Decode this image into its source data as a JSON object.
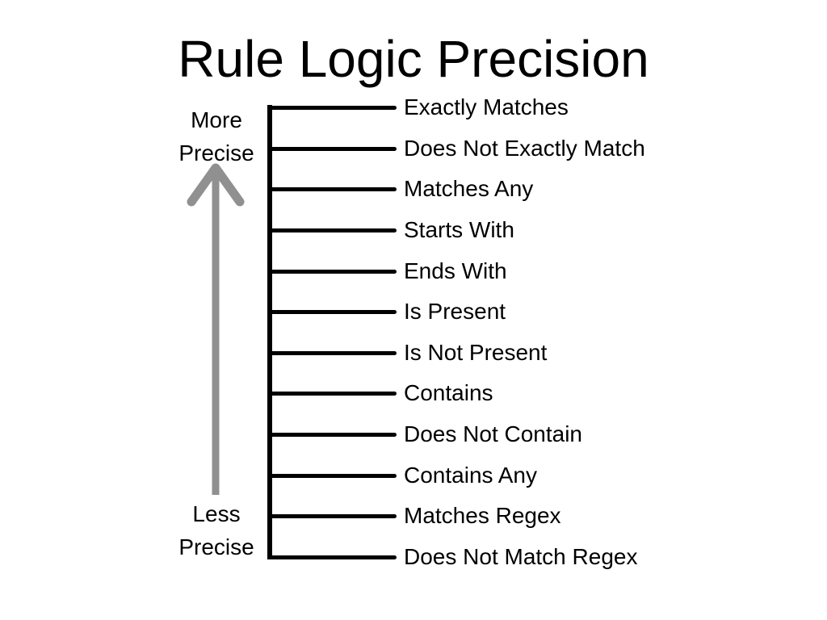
{
  "title": "Rule Logic Precision",
  "colors": {
    "background": "#ffffff",
    "text": "#000000",
    "line": "#000000",
    "arrow": "#909090"
  },
  "icons": {
    "arrow_up": "arrow-up-icon"
  },
  "axis": {
    "top": {
      "line1": "More",
      "line2": "Precise"
    },
    "bottom": {
      "line1": "Less",
      "line2": "Precise"
    }
  },
  "ladder": {
    "items": [
      "Exactly Matches",
      "Does Not Exactly Match",
      "Matches Any",
      "Starts With",
      "Ends With",
      "Is Present",
      "Is Not Present",
      "Contains",
      "Does Not Contain",
      "Contains Any",
      "Matches Regex",
      "Does Not Match Regex"
    ]
  }
}
